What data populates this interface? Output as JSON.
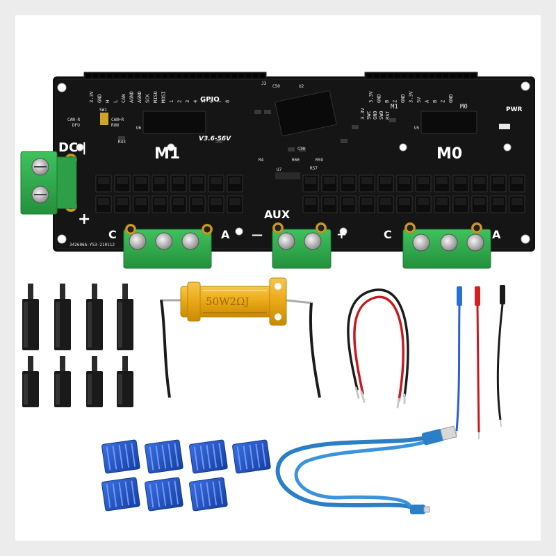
{
  "board": {
    "labels": {
      "dc": "DC",
      "m1": "M1",
      "m0": "M0",
      "aux": "AUX",
      "gpio": "GPIO",
      "version": "V3.6-56V",
      "pwr": "PWR",
      "serial": "342606A-Y53-210112",
      "plus_left": "+",
      "minus_left": "|",
      "c_left": "C",
      "a_left": "A",
      "aux_minus": "—",
      "aux_plus": "+",
      "c_right": "C",
      "a_right": "A",
      "can_r": "CAN-R",
      "dfu": "DFU",
      "sw1": "SW1",
      "can_plus_r": "CAN+R",
      "run": "RUN",
      "m1_small": "M1",
      "m0_small": "M0",
      "u6": "U6",
      "u5": "U5",
      "u2": "U2",
      "j3": "J3",
      "c70": "C70",
      "r4": "R4",
      "r60": "R60",
      "r59": "R59",
      "r57": "R57",
      "r43": "R43",
      "c50": "C50",
      "u7": "U7"
    },
    "header_left_pins": [
      "3.3V",
      "GND",
      "H",
      "L",
      "CAN",
      "AGND",
      "AGND",
      "SCK",
      "MISO",
      "MOSI",
      "1",
      "2",
      "3",
      "4",
      "5",
      "6",
      "7",
      "8"
    ],
    "header_right_pins": [
      "3.3V",
      "GND",
      "B",
      "Z",
      "GND",
      "3.3V",
      "5V",
      "A",
      "B",
      "Z",
      "GND"
    ],
    "swd_pins": [
      "3.3V",
      "SWC",
      "GND",
      "SWD",
      "RST"
    ]
  },
  "resistor": {
    "marking": "50W2ΩJ"
  },
  "accessories": {
    "standoffs_count": 8,
    "heatsinks_count": 7
  },
  "colors": {
    "pcb": "#111111",
    "terminal_green": "#2fae4c",
    "resistor_gold": "#e9a817",
    "heatsink_blue": "#1f4fbf",
    "usb_cable": "#2a7fc6",
    "wire_red": "#c9191e",
    "wire_black": "#1a1a1a",
    "wire_blue": "#2a5ed8"
  }
}
